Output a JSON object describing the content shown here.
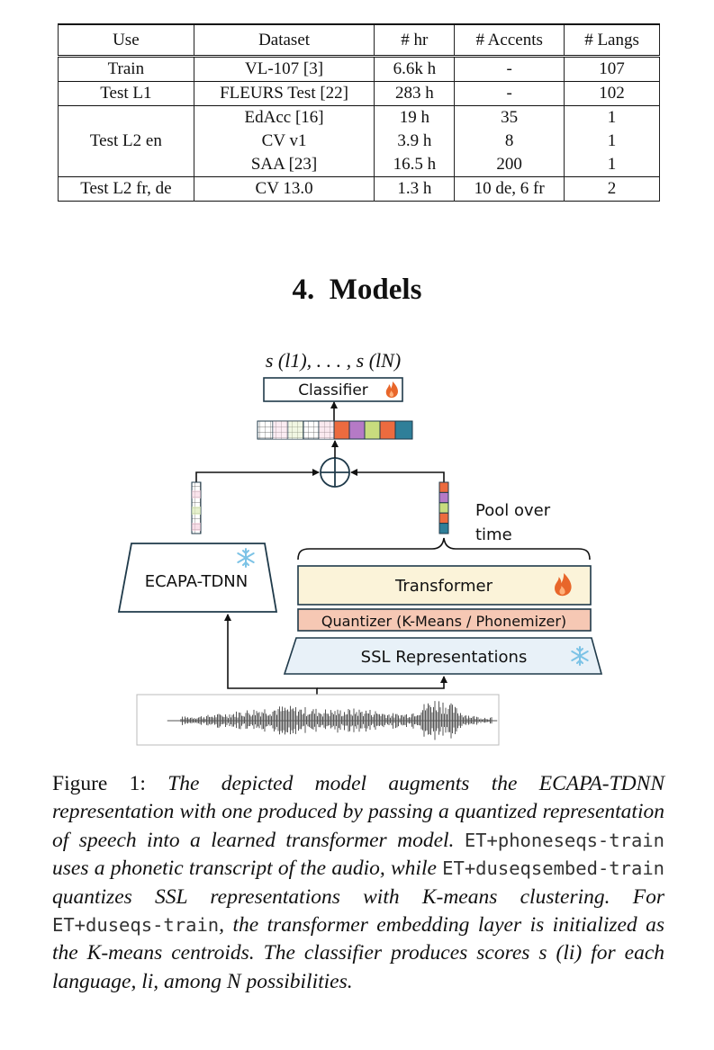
{
  "table": {
    "headers": [
      "Use",
      "Dataset",
      "# hr",
      "# Accents",
      "# Langs"
    ],
    "rows": [
      {
        "use": "Train",
        "dataset": "VL-107 [3]",
        "hr": "6.6k h",
        "accents": "-",
        "langs": "107"
      },
      {
        "use": "Test L1",
        "dataset": "FLEURS Test [22]",
        "hr": "283 h",
        "accents": "-",
        "langs": "102"
      },
      {
        "use": "Test L2 en",
        "dataset": "EdAcc [16]",
        "hr": "19 h",
        "accents": "35",
        "langs": "1"
      },
      {
        "use": "",
        "dataset": "CV v1",
        "hr": "3.9 h",
        "accents": "8",
        "langs": "1"
      },
      {
        "use": "",
        "dataset": "SAA [23]",
        "hr": "16.5 h",
        "accents": "200",
        "langs": "1"
      },
      {
        "use": "Test L2 fr, de",
        "dataset": "CV 13.0",
        "hr": "1.3 h",
        "accents": "10 de, 6 fr",
        "langs": "2"
      }
    ]
  },
  "section": {
    "number": "4.",
    "title": "Models"
  },
  "figure": {
    "output_label": "s (l1), . . . , s (lN)",
    "classifier_label": "Classifier",
    "ecapa_label": "ECAPA-TDNN",
    "pool_label_line1": "Pool over",
    "pool_label_line2": "time",
    "transformer_label": "Transformer",
    "quantizer_label": "Quantizer (K-Means / Phonemizer)",
    "ssl_label": "SSL Representations",
    "icons": [
      "fire-icon",
      "snowflake-icon",
      "plus-circle-icon",
      "waveform"
    ],
    "colors": {
      "transformer_fill": "#fbf3d9",
      "quantizer_fill": "#f6c8b4",
      "ssl_fill": "#e8f1f8",
      "stroke": "#1f3a4a",
      "fire": "#e8662a",
      "snow": "#7cc3e6",
      "emb_orange": "#ec6b3f",
      "emb_purple": "#b57ac6",
      "emb_green": "#c8dc7e",
      "emb_teal": "#2f7f99"
    }
  },
  "caption": {
    "label": "Figure 1:",
    "parts": [
      {
        "style": "it",
        "text": " The depicted model augments the ECAPA-TDNN representation with one produced by passing a quantized representation of speech into a learned transformer model. "
      },
      {
        "style": "mono",
        "text": "ET+phoneseqs-train"
      },
      {
        "style": "it",
        "text": " uses a phonetic transcript of the audio, while "
      },
      {
        "style": "mono",
        "text": "ET+duseqsembed-train"
      },
      {
        "style": "it",
        "text": " quantizes SSL representations with K-means clustering. For "
      },
      {
        "style": "mono",
        "text": "ET+duseqs-train"
      },
      {
        "style": "it",
        "text": ", the transformer embedding layer is initialized as the K-means centroids. The classifier produces scores "
      },
      {
        "style": "math",
        "text": "s (li)"
      },
      {
        "style": "it",
        "text": " for each language, "
      },
      {
        "style": "math",
        "text": "li"
      },
      {
        "style": "it",
        "text": ", among "
      },
      {
        "style": "math",
        "text": "N"
      },
      {
        "style": "it",
        "text": " possibilities."
      }
    ]
  }
}
